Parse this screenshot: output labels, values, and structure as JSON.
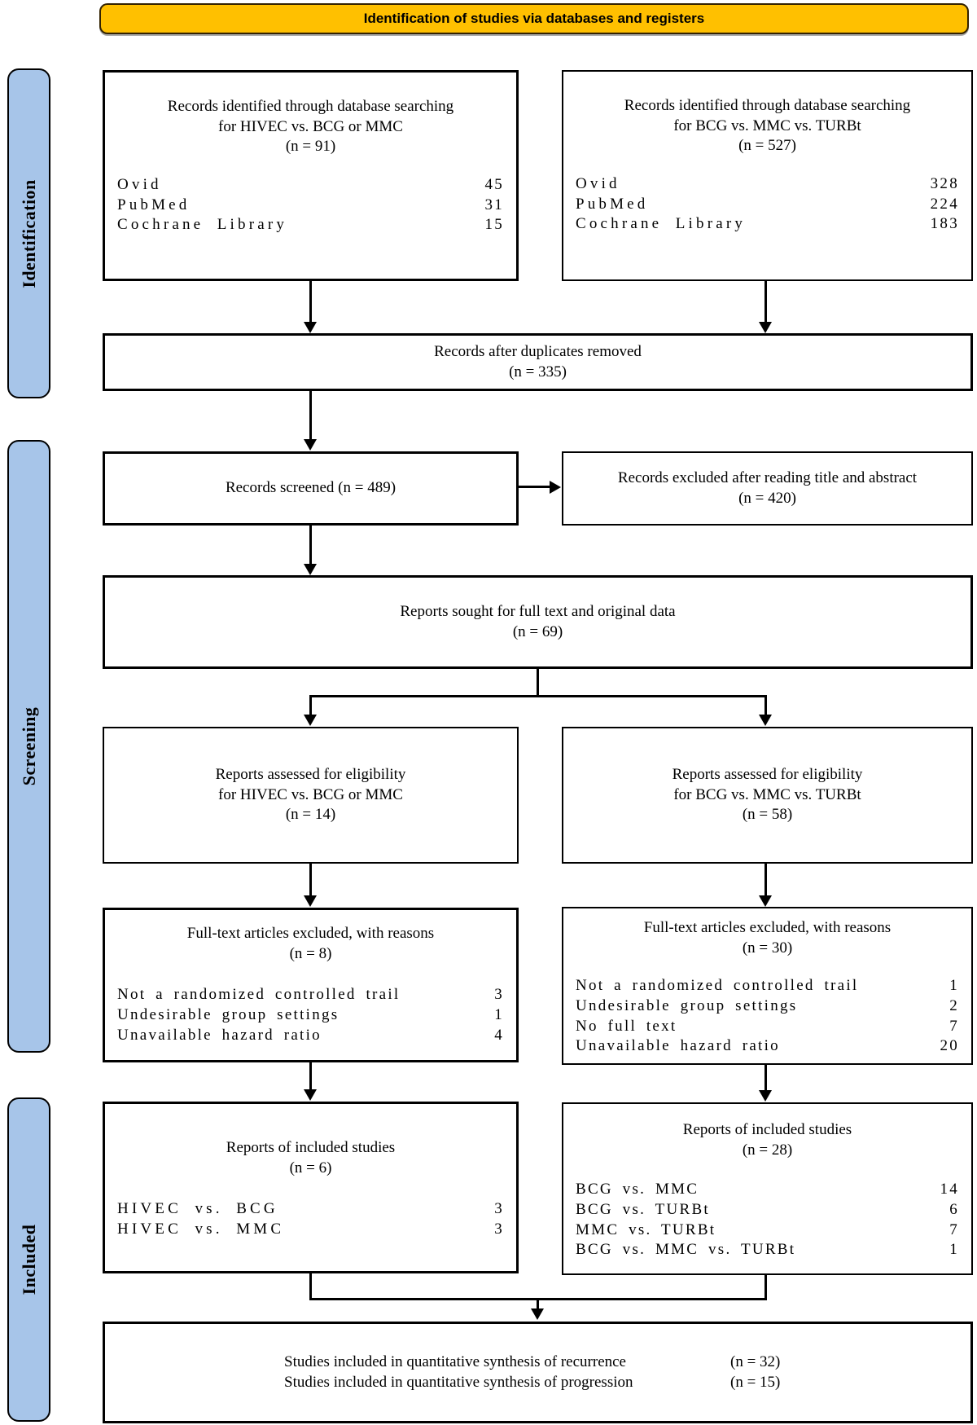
{
  "header": {
    "title": "Identification of studies via databases and registers"
  },
  "sidebar": {
    "stages": [
      {
        "label": "Identification"
      },
      {
        "label": "Screening"
      },
      {
        "label": "Included"
      }
    ]
  },
  "boxes": {
    "db_left": {
      "title": "Records identified through database searching",
      "subtitle": "for HIVEC vs. BCG or MMC",
      "count": "(n = 91)",
      "items": [
        {
          "label": "Ovid",
          "value": "45"
        },
        {
          "label": "PubMed",
          "value": "31"
        },
        {
          "label": "Cochrane Library",
          "value": "15"
        }
      ]
    },
    "db_right": {
      "title": "Records identified through database searching",
      "subtitle": "for BCG vs. MMC vs. TURBt",
      "count": "(n = 527)",
      "items": [
        {
          "label": "Ovid",
          "value": "328"
        },
        {
          "label": "PubMed",
          "value": "224"
        },
        {
          "label": "Cochrane Library",
          "value": "183"
        }
      ]
    },
    "duplicates": {
      "title": "Records after duplicates removed",
      "count": "(n = 335)"
    },
    "screened": {
      "title": "Records screened (n = 489)"
    },
    "excluded_screening": {
      "title": "Records excluded after reading title and abstract",
      "count": "(n = 420)"
    },
    "full_text_sought": {
      "title": "Reports sought for full text and original data",
      "count": "(n = 69)"
    },
    "eligibility_left": {
      "title": "Reports assessed for eligibility",
      "subtitle": "for HIVEC vs. BCG or MMC",
      "count": "(n = 14)"
    },
    "eligibility_right": {
      "title": "Reports assessed for eligibility",
      "subtitle": "for BCG vs. MMC vs. TURBt",
      "count": "(n = 58)"
    },
    "excluded_left": {
      "title": "Full-text articles excluded, with reasons",
      "count": "(n = 8)",
      "items": [
        {
          "label": "Not a randomized controlled trail",
          "value": "3"
        },
        {
          "label": "Undesirable group settings",
          "value": "1"
        },
        {
          "label": "Unavailable hazard ratio",
          "value": "4"
        }
      ]
    },
    "excluded_right": {
      "title": "Full-text articles excluded, with reasons",
      "count": "(n = 30)",
      "items": [
        {
          "label": "Not a randomized controlled trail",
          "value": "1"
        },
        {
          "label": "Undesirable group settings",
          "value": "2"
        },
        {
          "label": "No full text",
          "value": "7"
        },
        {
          "label": "Unavailable hazard ratio",
          "value": "20"
        }
      ]
    },
    "included_left": {
      "title": "Reports of included studies",
      "count": "(n = 6)",
      "items": [
        {
          "label": "HIVEC vs. BCG",
          "value": "3"
        },
        {
          "label": "HIVEC vs. MMC",
          "value": "3"
        }
      ]
    },
    "included_right": {
      "title": "Reports of included studies",
      "count": "(n = 28)",
      "items": [
        {
          "label": "BCG vs. MMC",
          "value": "14"
        },
        {
          "label": "BCG vs. TURBt",
          "value": "6"
        },
        {
          "label": "MMC vs. TURBt",
          "value": "7"
        },
        {
          "label": "BCG vs. MMC vs. TURBt",
          "value": "1"
        }
      ]
    },
    "synthesis": {
      "rows": [
        {
          "label": "Studies included in quantitative synthesis of recurrence",
          "value": "(n = 32)"
        },
        {
          "label": "Studies included in quantitative synthesis of progression",
          "value": "(n = 15)"
        }
      ]
    }
  },
  "colors": {
    "header_bg": "#FFC000",
    "stage_bg": "#A7C5E9"
  }
}
